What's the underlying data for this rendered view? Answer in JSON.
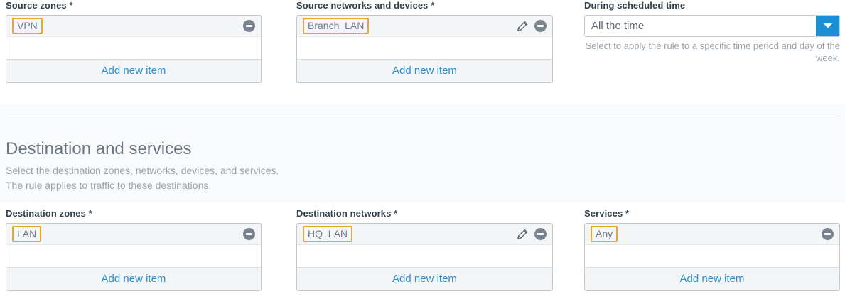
{
  "source_section": {
    "fields": [
      {
        "label": "Source zones",
        "required_marker": "*",
        "items": [
          {
            "name": "VPN",
            "has_edit": false,
            "has_remove": true
          }
        ],
        "add_label": "Add new item"
      },
      {
        "label": "Source networks and devices",
        "required_marker": "*",
        "items": [
          {
            "name": "Branch_LAN",
            "has_edit": true,
            "has_remove": true
          }
        ],
        "add_label": "Add new item"
      }
    ],
    "schedule": {
      "label": "During scheduled time",
      "required_marker": "",
      "value": "All the time",
      "help": "Select to apply the rule to a specific time period and day of the week."
    }
  },
  "destination_section": {
    "title": "Destination and services",
    "subtitle_line1": "Select the destination zones, networks, devices, and services.",
    "subtitle_line2": "The rule applies to traffic to these destinations.",
    "fields": [
      {
        "label": "Destination zones",
        "required_marker": "*",
        "items": [
          {
            "name": "LAN",
            "has_edit": false,
            "has_remove": true
          }
        ],
        "add_label": "Add new item"
      },
      {
        "label": "Destination networks",
        "required_marker": "*",
        "items": [
          {
            "name": "HQ_LAN",
            "has_edit": true,
            "has_remove": true
          }
        ],
        "add_label": "Add new item"
      },
      {
        "label": "Services",
        "required_marker": "*",
        "items": [
          {
            "name": "Any",
            "has_edit": false,
            "has_remove": true
          }
        ],
        "add_label": "Add new item"
      }
    ]
  },
  "colors": {
    "chip_outline": "#eda621",
    "link_blue": "#2b8fd0",
    "accent_blue": "#1b8fd4",
    "icon_gray": "#79838f",
    "panel_bg": "#f9fafb",
    "item_bg": "#f3f5f7",
    "border": "#c2c9d1"
  }
}
